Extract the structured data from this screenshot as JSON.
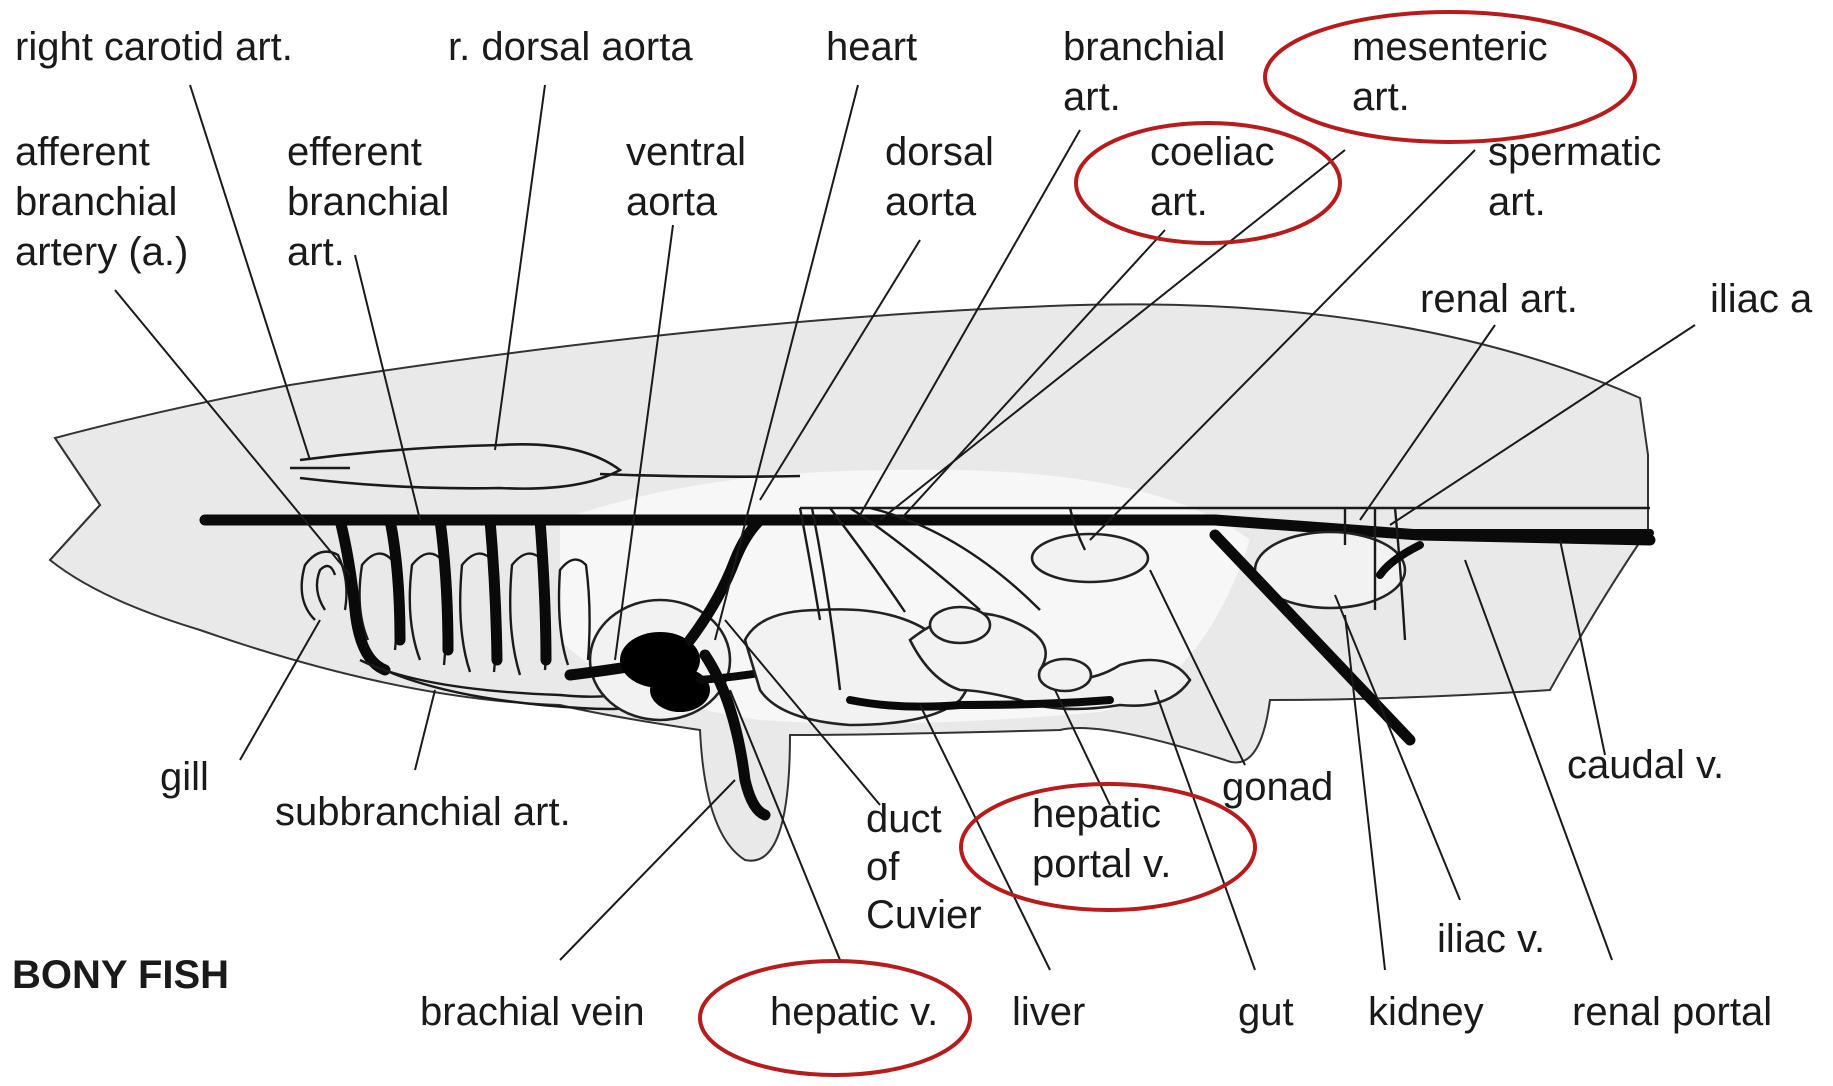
{
  "figure": {
    "title": "BONY FISH",
    "labels": {
      "right_carotid_art": "right carotid art.",
      "r_dorsal_aorta": "r. dorsal aorta",
      "heart": "heart",
      "branchial_art_1": "branchial",
      "branchial_art_2": "art.",
      "mesenteric_art_1": "mesenteric",
      "mesenteric_art_2": "art.",
      "afferent_1": "afferent",
      "afferent_2": "branchial",
      "afferent_3": "artery (a.)",
      "efferent_1": "efferent",
      "efferent_2": "branchial",
      "efferent_3": "art.",
      "ventral_aorta_1": "ventral",
      "ventral_aorta_2": "aorta",
      "dorsal_aorta_1": "dorsal",
      "dorsal_aorta_2": "aorta",
      "coeliac_art_1": "coeliac",
      "coeliac_art_2": "art.",
      "spermatic_art_1": "spermatic",
      "spermatic_art_2": "art.",
      "renal_art": "renal art.",
      "iliac_a": "iliac a",
      "gill": "gill",
      "subbranchial_art": "subbranchial art.",
      "duct_1": "duct",
      "duct_2": "of",
      "duct_3": "Cuvier",
      "hepatic_portal_1": "hepatic",
      "hepatic_portal_2": "portal v.",
      "gonad": "gonad",
      "caudal_v": "caudal v.",
      "iliac_v": "iliac v.",
      "brachial_vein": "brachial vein",
      "hepatic_v": "hepatic v.",
      "liver": "liver",
      "gut": "gut",
      "kidney": "kidney",
      "renal_portal": "renal portal"
    },
    "highlighted": [
      "mesenteric art.",
      "coeliac art.",
      "hepatic portal v.",
      "hepatic v."
    ],
    "colors": {
      "ink": "#1a1a1a",
      "highlight": "#b71c1c",
      "body_fill": "#e9e9e9",
      "organ_fill": "#f2f2f2"
    }
  }
}
